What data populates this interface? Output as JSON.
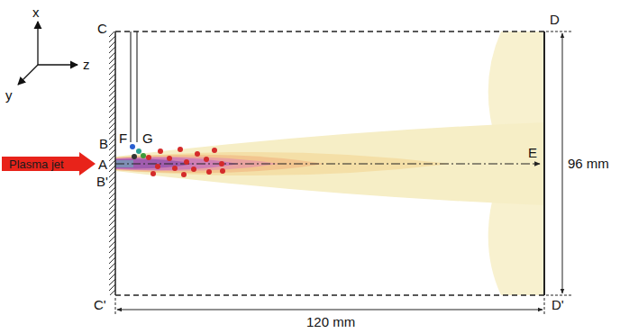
{
  "diagram": {
    "nodes": [
      {
        "text": [
          "Plasma jet"
        ]
      }
    ],
    "labels": [
      "x",
      "y",
      "z",
      "C",
      "D",
      "B",
      "F",
      "G",
      "A",
      "B'",
      "E",
      "C'",
      "D'",
      "96 mm",
      "120 mm"
    ]
  }
}
